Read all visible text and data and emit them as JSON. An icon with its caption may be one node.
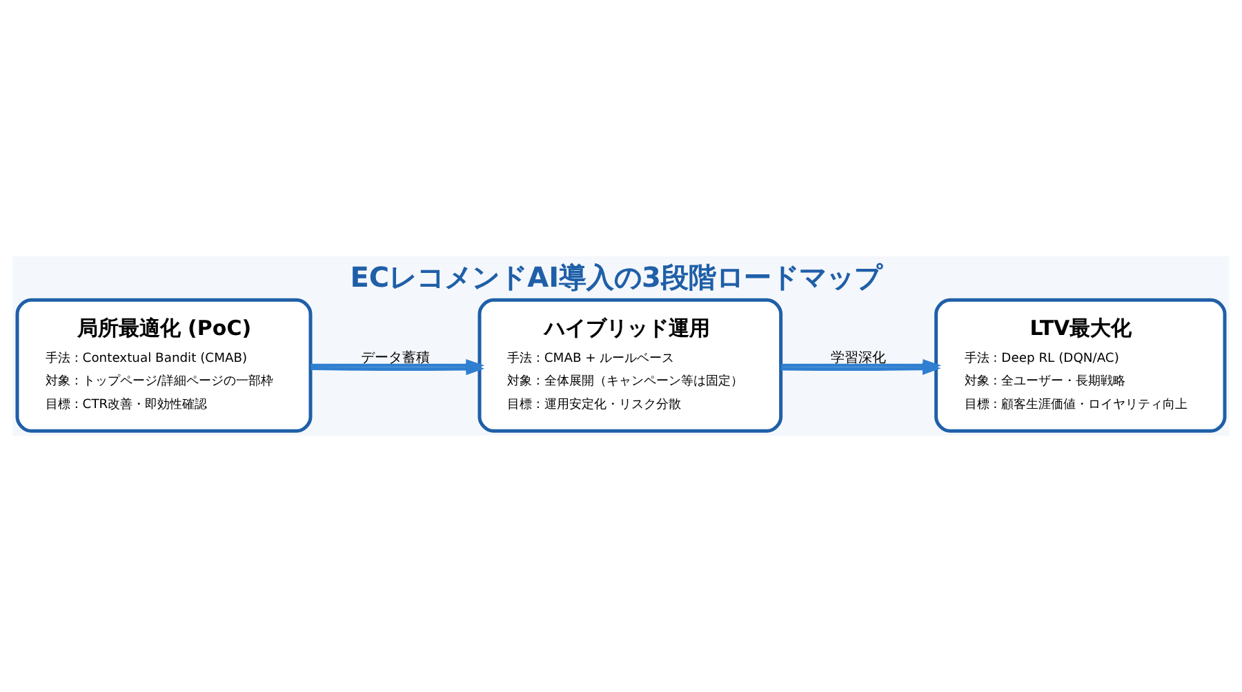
{
  "diagram": {
    "title": "ECレコメンドAI導入の3段階ロードマップ",
    "nodes": [
      {
        "text": [
          "局所最適化 (PoC)",
          "手法 : Contextual Bandit (CMAB)",
          "対象 : トップページ/詳細ページの一部枠",
          "目標 : CTR改善・即効性確認"
        ]
      },
      {
        "text": [
          "ハイブリッド運用",
          "手法 : CMAB + ルールベース",
          "対象 : 全体展開（キャンペーン等は固定）",
          "目標 : 運用安定化・リスク分散"
        ]
      },
      {
        "text": [
          "LTV最大化",
          "手法 : Deep RL (DQN/AC)",
          "対象 : 全ユーザー・長期戦略",
          "目標 : 顧客生涯価値・ロイヤリティ向上"
        ]
      }
    ],
    "edges": [
      {
        "from": 0,
        "to": 1,
        "arrow": "to",
        "label": "データ蓄積"
      },
      {
        "from": 0,
        "to": 1,
        "arrow": "to"
      },
      {
        "from": 1,
        "to": 2,
        "arrow": "to",
        "label": "学習深化"
      },
      {
        "from": 1,
        "to": 2,
        "arrow": "to"
      }
    ]
  }
}
